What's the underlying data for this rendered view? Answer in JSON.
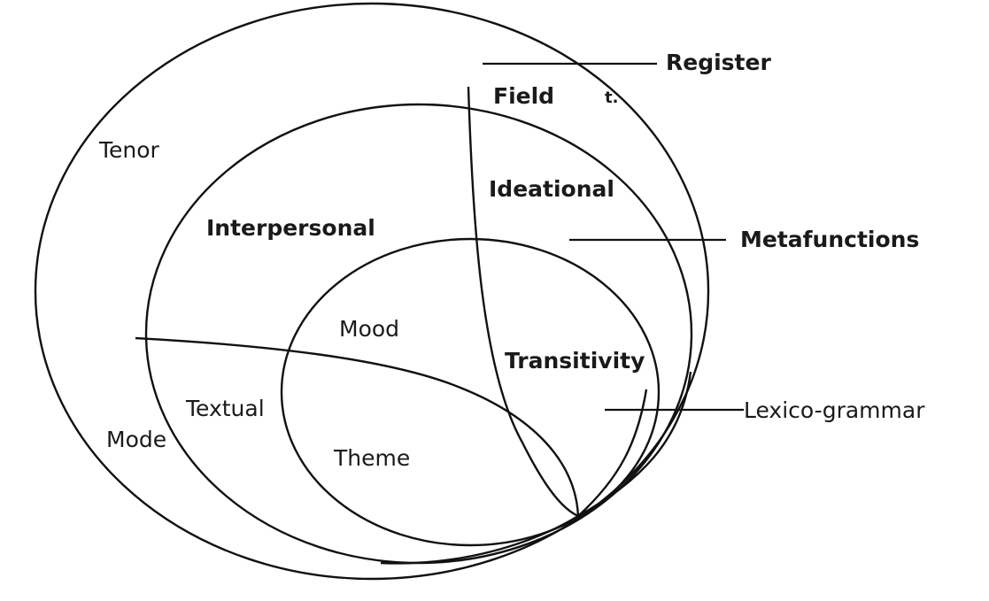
{
  "diagram": {
    "title": "",
    "line_color": "#111111",
    "text_color": "#1a1a1a",
    "regions": {
      "outer": {
        "name": "Register",
        "parts": [
          "Tenor",
          "Field",
          "Mode"
        ]
      },
      "middle": {
        "name": "Metafunctions",
        "parts": [
          "Interpersonal",
          "Ideational",
          "Textual"
        ]
      },
      "inner": {
        "name": "Lexico-grammar",
        "parts": [
          "Mood",
          "Transitivity",
          "Theme"
        ]
      }
    },
    "labels": {
      "register": "Register",
      "field": "Field",
      "field_mark": "t.",
      "tenor": "Tenor",
      "ideational": "Ideational",
      "metafunctions": "Metafunctions",
      "interpersonal": "Interpersonal",
      "mood": "Mood",
      "transitivity": "Transitivity",
      "textual": "Textual",
      "lexico_grammar": "Lexico-grammar",
      "mode": "Mode",
      "theme": "Theme"
    }
  }
}
